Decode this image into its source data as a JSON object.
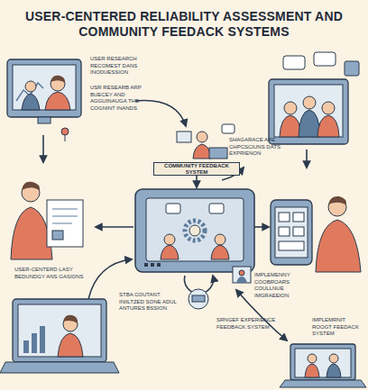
{
  "diagram": {
    "title": "USER-CENTERED RELIABILITY ASSESSMENT AND COMMUNITY FEEDACK SYSTEMS",
    "nodes": [
      {
        "text": [
          "COMMUNITY FEEDBACK SYSTEM"
        ]
      }
    ],
    "labels": [
      "USER RESEARCH RECOMEST DANS INODUESSION",
      "USR RESEARB ARP BUECEY AND AGGUINAUGA THE COGNINT INANDS",
      "SHAGARACE ARE CHPCSCIUNS DATS EXPRIENON",
      "USER-CENTERD LASY BEDUNDGY ANS GASIONS",
      "IMPLEMENNY COOBROARS COULLNUE IMGRAEEION",
      "STBA COUTANT INIILTZED SONE ADUL ANTURES BSSION",
      "SRNGEF EXPERIENCE FEEDBACK SYSTEM",
      "IMPLEMRNIT ROOGT FEEDACK SYSTEM"
    ]
  }
}
